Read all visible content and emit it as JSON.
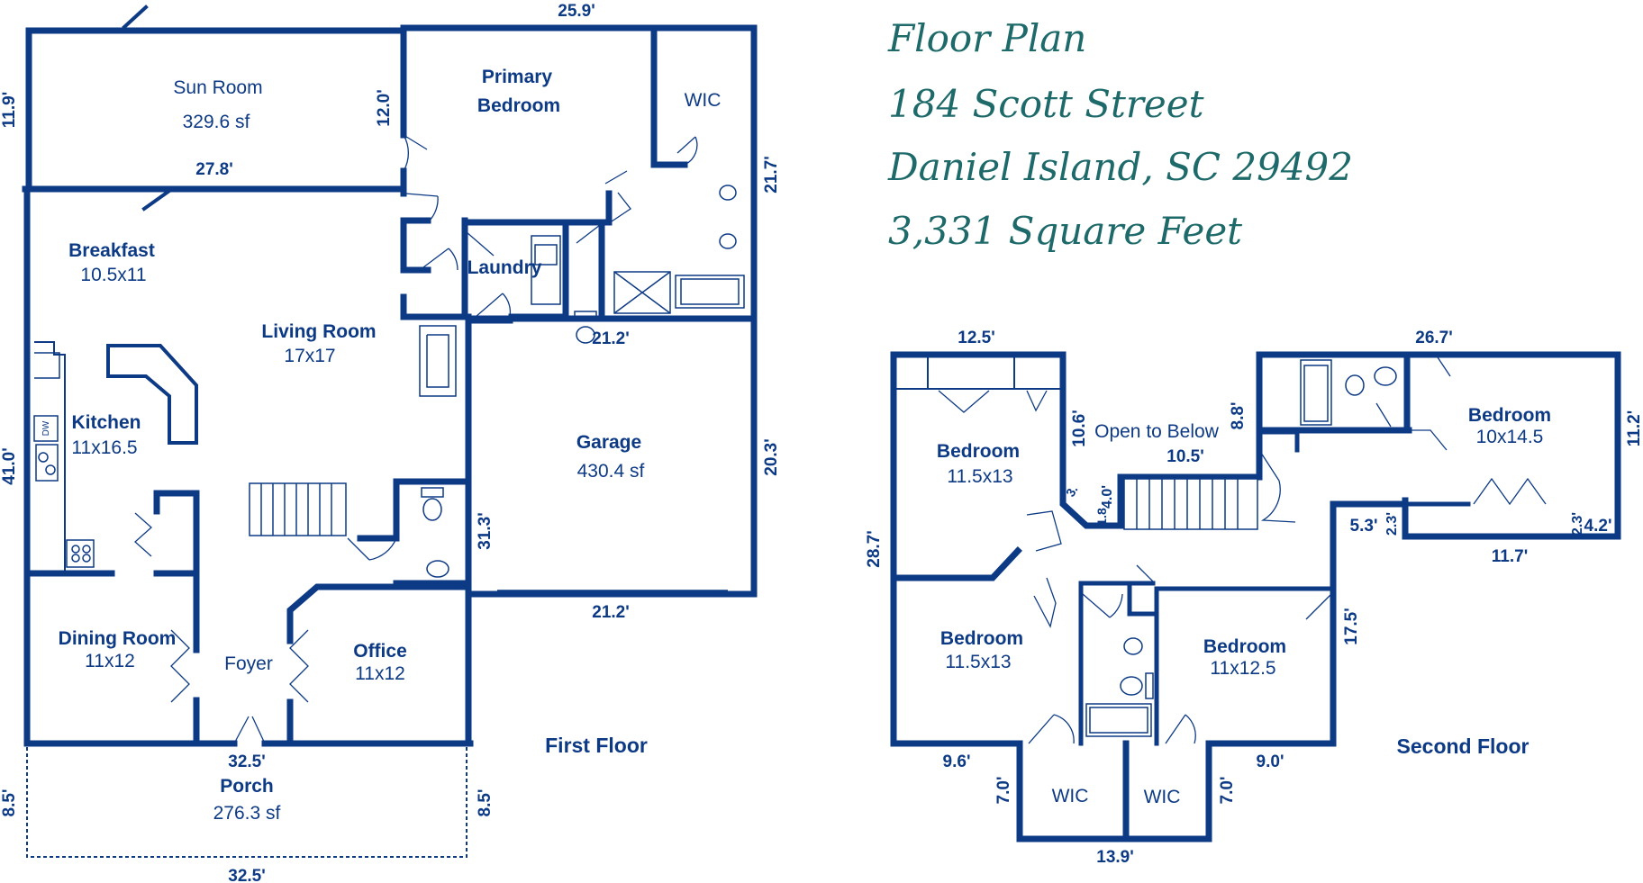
{
  "title": {
    "line1": "Floor Plan",
    "line2": "184 Scott Street",
    "line3": "Daniel Island, SC 29492",
    "line4": "3,331 Square Feet"
  },
  "first_floor": {
    "label": "First Floor",
    "rooms": {
      "sun_room": {
        "name": "Sun Room",
        "size": "329.6 sf"
      },
      "primary_bedroom": {
        "name_line1": "Primary",
        "name_line2": "Bedroom"
      },
      "wic": {
        "name": "WIC"
      },
      "breakfast": {
        "name": "Breakfast",
        "size": "10.5x11"
      },
      "laundry": {
        "name": "Laundry"
      },
      "living_room": {
        "name": "Living Room",
        "size": "17x17"
      },
      "kitchen": {
        "name": "Kitchen",
        "size": "11x16.5"
      },
      "dishwasher": {
        "name": "DW"
      },
      "garage": {
        "name": "Garage",
        "size": "430.4 sf"
      },
      "dining_room": {
        "name": "Dining Room",
        "size": "11x12"
      },
      "foyer": {
        "name": "Foyer"
      },
      "office": {
        "name": "Office",
        "size": "11x12"
      },
      "porch": {
        "name": "Porch",
        "size": "276.3 sf"
      }
    },
    "dimensions": {
      "top": "25.9'",
      "sun_left": "11.9'",
      "sun_right": "12.0'",
      "sun_bottom": "27.8'",
      "bath_right": "21.7'",
      "garage_top": "21.2'",
      "garage_right": "20.3'",
      "garage_left": "31.3'",
      "garage_bottom": "21.2'",
      "left": "41.0'",
      "front": "32.5'",
      "porch_left": "8.5'",
      "porch_right": "8.5'",
      "porch_bottom": "32.5'"
    }
  },
  "second_floor": {
    "label": "Second Floor",
    "rooms": {
      "bedroom_nw": {
        "name": "Bedroom",
        "size": "11.5x13"
      },
      "open_below": {
        "name": "Open to Below"
      },
      "bedroom_ne": {
        "name": "Bedroom",
        "size": "10x14.5"
      },
      "bedroom_sw": {
        "name": "Bedroom",
        "size": "11.5x13"
      },
      "bedroom_sc": {
        "name": "Bedroom",
        "size": "11x12.5"
      },
      "wic_left": {
        "name": "WIC"
      },
      "wic_right": {
        "name": "WIC"
      }
    },
    "dimensions": {
      "top_left": "12.5'",
      "top_right": "26.7'",
      "left": "28.7'",
      "nw_right": "10.6'",
      "open_width": "10.5'",
      "open_right": "8.8'",
      "small_a": "3.",
      "small_b": "4.0'",
      "small_c": "1.8",
      "ne_right": "11.2'",
      "ne_step_left": "5.3'",
      "ne_step_v1": "2.3'",
      "ne_step_v2": "2.3'",
      "ne_step_right": "4.2'",
      "ne_bottom": "11.7'",
      "bedroom_sc_right": "17.5'",
      "bottom_left": "9.6'",
      "bottom_right": "9.0'",
      "wic_left_h": "7.0'",
      "wic_right_h": "7.0'",
      "wic_bottom": "13.9'"
    }
  }
}
